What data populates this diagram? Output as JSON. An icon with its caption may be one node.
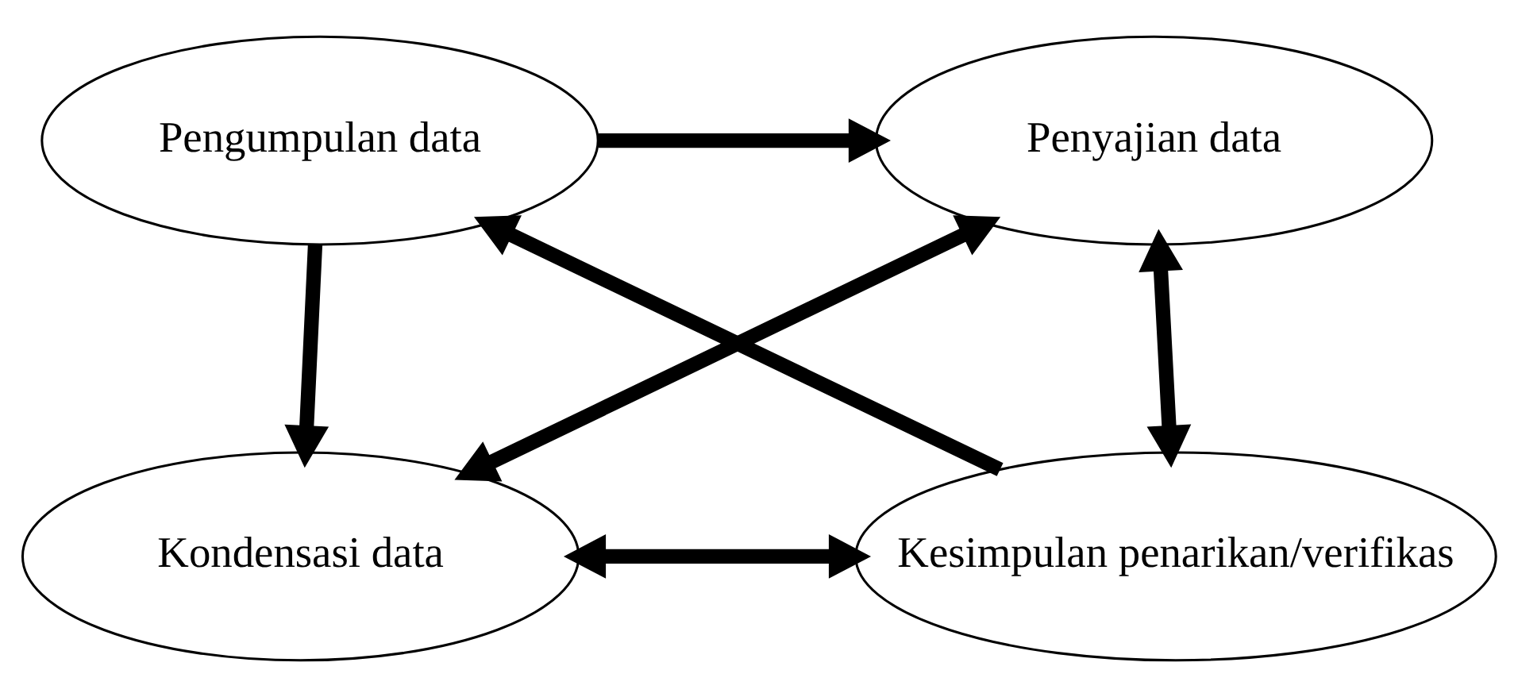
{
  "diagram": {
    "nodes": [
      {
        "text": [
          "Pengumpulan data"
        ]
      },
      {
        "text": [
          "Penyajian data"
        ]
      },
      {
        "text": [
          "Kondensasi data"
        ]
      },
      {
        "text": [
          "Kesimpulan penarikan/verifikas"
        ]
      }
    ],
    "edges": [
      {
        "from": 0,
        "to": 1,
        "arrow": "to"
      },
      {
        "from": 0,
        "to": 2,
        "arrow": "to"
      },
      {
        "from": 1,
        "to": 3,
        "arrow": "both"
      },
      {
        "from": 2,
        "to": 3,
        "arrow": "both"
      },
      {
        "from": 3,
        "to": 0,
        "arrow": "to"
      },
      {
        "from": 1,
        "to": 2,
        "arrow": "both"
      }
    ]
  }
}
